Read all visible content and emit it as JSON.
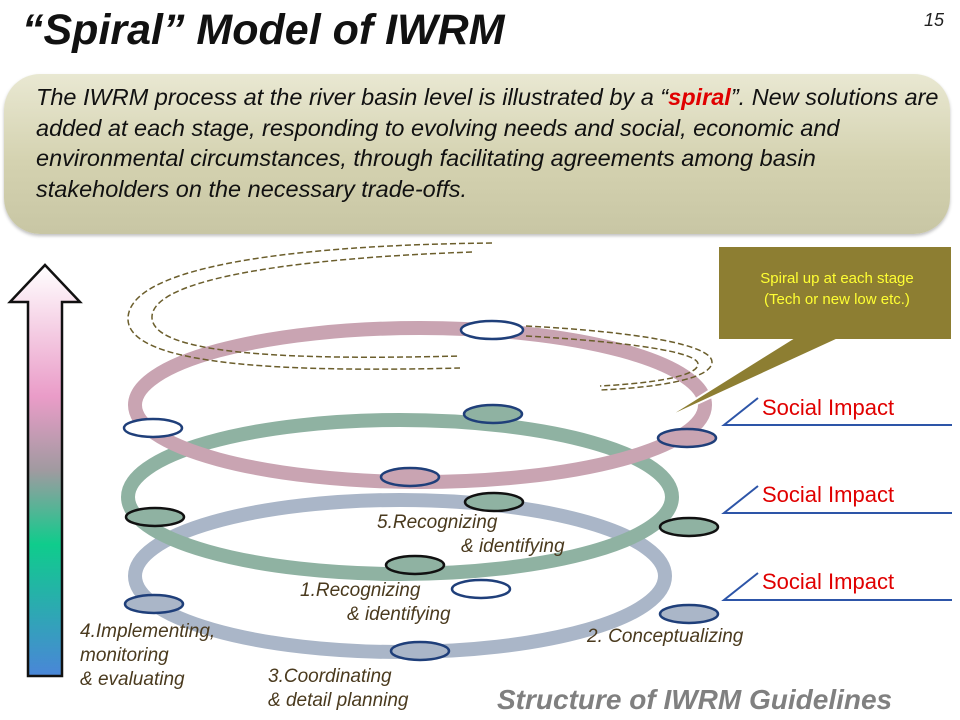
{
  "slide": {
    "title": "“Spiral” Model of IWRM",
    "page_number": "15",
    "footer": "Structure of IWRM Guidelines"
  },
  "intro": {
    "part1": "The IWRM process at the river basin level is illustrated by a “",
    "highlight": "spiral",
    "part2": "”. New solutions are added at each stage, responding to evolving needs and social, economic and environmental circumstances, through facilitating agreements among basin stakeholders on the necessary trade-offs."
  },
  "callout": {
    "line1": "Spiral up at each stage",
    "line2": "(Tech or new low etc.)"
  },
  "stages": {
    "recognizing_upper": [
      "5.Recognizing",
      "& identifying"
    ],
    "recognizing_lower": [
      "1.Recognizing",
      "& identifying"
    ],
    "conceptualizing": "2. Conceptualizing",
    "coordinating": [
      "3.Coordinating",
      "& detail planning"
    ],
    "implementing": [
      "4.Implementing,",
      "monitoring",
      "& evaluating"
    ]
  },
  "social_impact": [
    "Social Impact",
    "Social Impact",
    "Social Impact"
  ],
  "colors": {
    "highlight": "#e00000",
    "callout_fill": "#8d7e32",
    "callout_text": "#ffff33",
    "social_line": "#2d55a8",
    "node_border": "#1f3f7a",
    "ring_bottom": "#a7b4c8",
    "ring_green": "#8fb0a0",
    "ring_pink": "#c9a3b0"
  }
}
